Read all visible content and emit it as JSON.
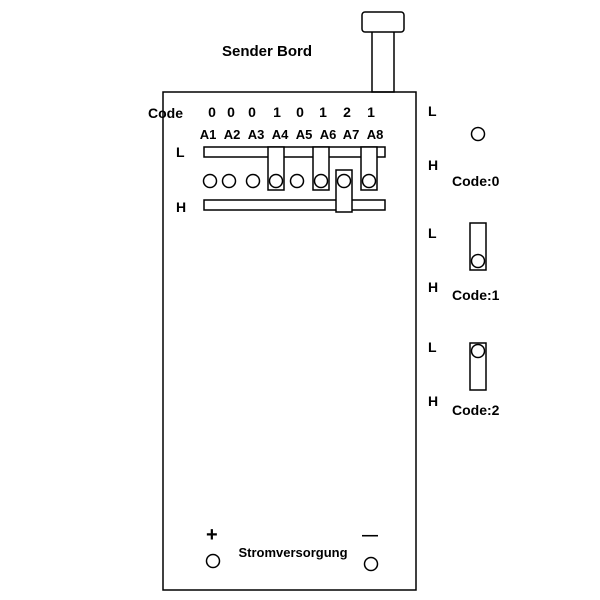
{
  "title": "Sender Bord",
  "code_label": "Code",
  "code_digits": [
    "0",
    "0",
    "0",
    "1",
    "0",
    "1",
    "2",
    "1"
  ],
  "address_labels": [
    "A1",
    "A2",
    "A3",
    "A4",
    "A5",
    "A6",
    "A7",
    "A8"
  ],
  "low_label": "L",
  "high_label": "H",
  "legend": [
    {
      "name": "Code:0"
    },
    {
      "name": "Code:1"
    },
    {
      "name": "Code:2"
    }
  ],
  "power": {
    "plus": "+",
    "minus": "—",
    "label": "Stromversorgung"
  }
}
